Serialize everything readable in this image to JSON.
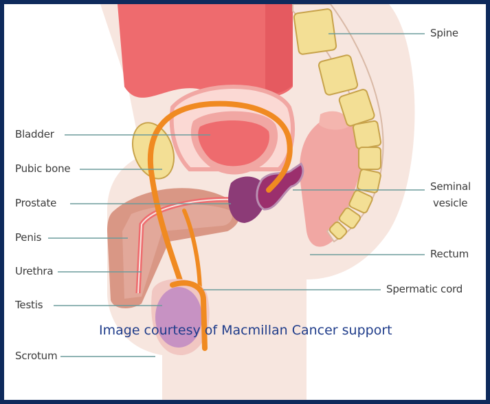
{
  "labels": {
    "spine": "Spine",
    "bladder": "Bladder",
    "pubic_bone": "Pubic bone",
    "prostate": "Prostate",
    "seminal_vesicle_line1": "Seminal",
    "seminal_vesicle_line2": "vesicle",
    "penis": "Penis",
    "rectum": "Rectum",
    "urethra": "Urethra",
    "testis": "Testis",
    "spermatic_cord": "Spermatic cord",
    "scrotum": "Scrotum"
  },
  "credit": "Image courtesy of Macmillan Cancer support",
  "colors": {
    "frame": "#0e2a5c",
    "skin": "#f7e6df",
    "organ_red": "#ee6b6e",
    "bladder_pink": "#f1a7a3",
    "prostate_purple": "#8c3b77",
    "seminal_purple": "#9b2f6d",
    "bone_yellow": "#f3df95",
    "cord_orange": "#f08a21",
    "penis_tan": "#d99785",
    "testis_lilac": "#c792c3",
    "line_teal": "#6b9b9b",
    "credit_blue": "#1f3c8a"
  }
}
